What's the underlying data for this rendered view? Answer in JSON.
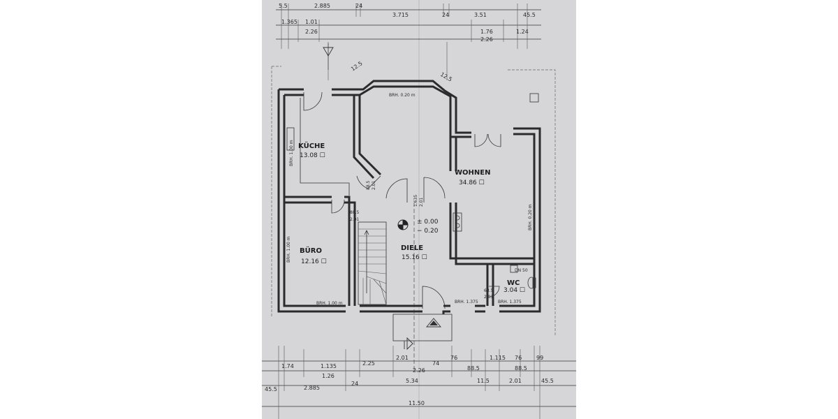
{
  "rooms": [
    {
      "name": "KÜCHE",
      "area": "13.08 ☐"
    },
    {
      "name": "WOHNEN",
      "area": "34.86 ☐"
    },
    {
      "name": "BÜRO",
      "area": "12.16 ☐"
    },
    {
      "name": "DIELE",
      "area": "15.16 ☐"
    },
    {
      "name": "WC",
      "area": "3.04 ☐"
    }
  ],
  "levels": {
    "plus": "± 0.00",
    "minus": "− 0.20"
  },
  "window_notes": [
    "BRH. 0.20 m",
    "BRH. 1.00 m",
    "BRH. 1.00 m",
    "BRH. 1.00 m",
    "BRH. 1.375",
    "BRH. 1.375",
    "BRH. 0.20 m",
    "DN 50"
  ],
  "door_notes": {
    "kueche": [
      "88.5",
      "2.01"
    ],
    "buero": [
      "88.5",
      "2.01"
    ],
    "wohnen": [
      "1.635",
      "2.01"
    ],
    "wc": [
      "63.5",
      "2.01"
    ]
  },
  "dims_top": {
    "row1": [
      "5.5",
      "2.885",
      "24",
      "3.715",
      "24",
      "3.51",
      "45.5"
    ],
    "row2": [
      "1.365",
      "1.01",
      "1.76",
      "1.24"
    ],
    "row3": [
      "2.26",
      "2.26"
    ],
    "bay": [
      "12.5",
      "12.5"
    ]
  },
  "dims_bottom": {
    "row1": [
      "2.01",
      "74",
      "76",
      "1.115",
      "76",
      "99"
    ],
    "row2": [
      "1.74",
      "1.135",
      "2.25",
      "2.26",
      "88.5",
      "88.5"
    ],
    "row3": [
      "1.26"
    ],
    "row4": [
      "45.5",
      "2.885",
      "24",
      "5.34",
      "11.5",
      "2.01",
      "45.5"
    ],
    "total": "11.50"
  }
}
